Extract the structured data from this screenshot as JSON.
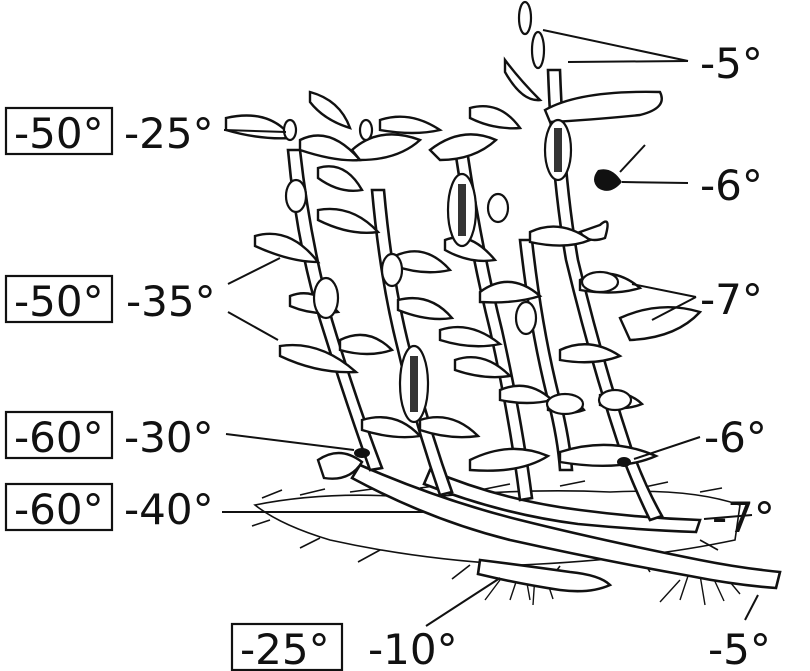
{
  "labels": {
    "l1_box": "-50°",
    "l1_value": "-25°",
    "l2_box": "-50°",
    "l2_value": "-35°",
    "l3_box": "-60°",
    "l3_value": "-30°",
    "l4_box": "-60°",
    "l4_value": "-40°",
    "bottom_box": "-25°",
    "bottom_value": "-10°",
    "r_top": "-5°",
    "r_flower": "-6°",
    "r_mid": "-7°",
    "r_lower": "-6°",
    "r_ground": "-7°",
    "r_bottom": "-5°"
  }
}
